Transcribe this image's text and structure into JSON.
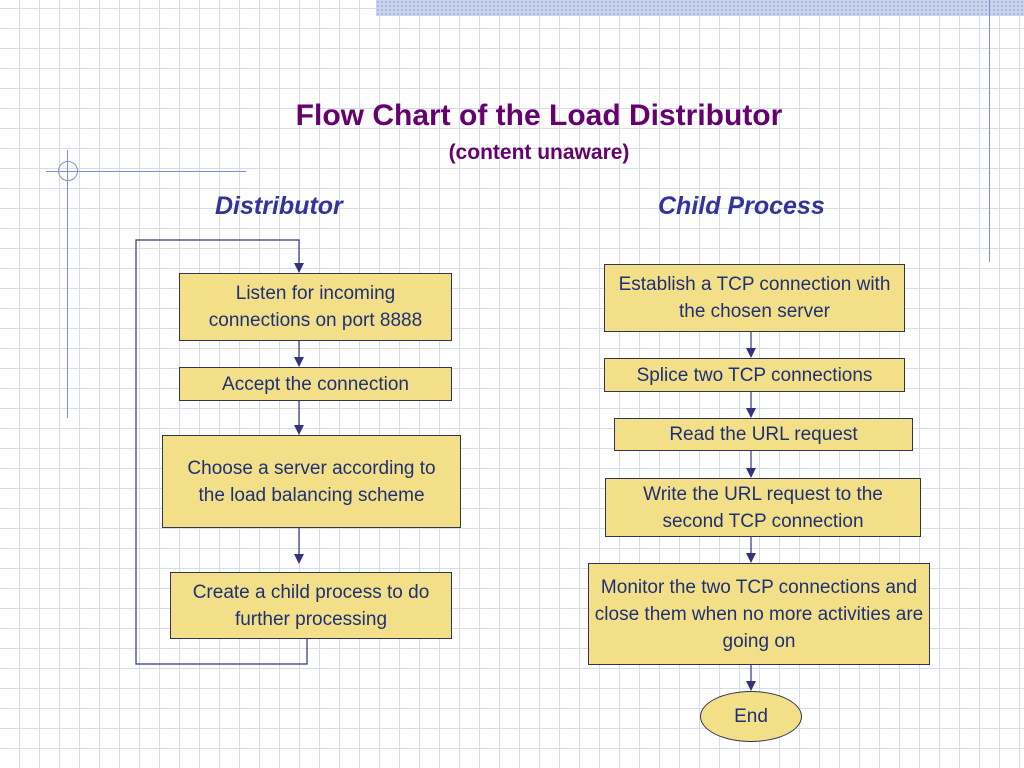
{
  "title": "Flow Chart of the Load Distributor",
  "subtitle": "(content unaware)",
  "colors": {
    "title": "#66006e",
    "column_heading": "#333399",
    "box_fill": "#f2df88",
    "box_text": "#1f3075",
    "connector": "#333380",
    "grid": "#d6dce8"
  },
  "distributor": {
    "heading": "Distributor",
    "steps": [
      "Listen for incoming connections on port 8888",
      "Accept the connection",
      "Choose a server according to the load balancing scheme",
      "Create a child process to do further processing"
    ]
  },
  "child_process": {
    "heading": "Child Process",
    "steps": [
      "Establish a TCP connection with the chosen server",
      "Splice two TCP connections",
      "Read the URL request",
      "Write the URL request to the second TCP connection",
      "Monitor the two TCP connections and close them when no more activities are going on"
    ],
    "end": "End"
  }
}
